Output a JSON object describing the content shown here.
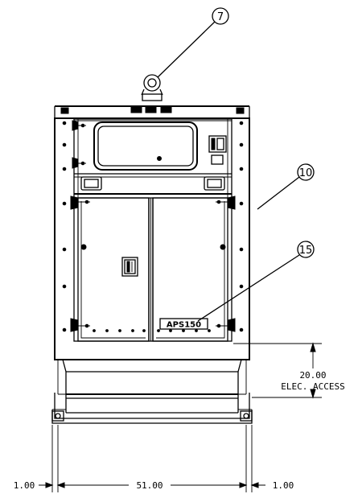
{
  "callouts": [
    {
      "id": "lifting-eye",
      "number": "7"
    },
    {
      "id": "enclosure-panel",
      "number": "10"
    },
    {
      "id": "model-plate",
      "number": "15"
    }
  ],
  "model_plate": {
    "text": "APS150"
  },
  "dimensions": {
    "access_height": {
      "value": "20.00",
      "label": "ELEC. ACCESS"
    },
    "base_width": "51.00",
    "left_offset": "1.00",
    "right_offset": "1.00"
  }
}
